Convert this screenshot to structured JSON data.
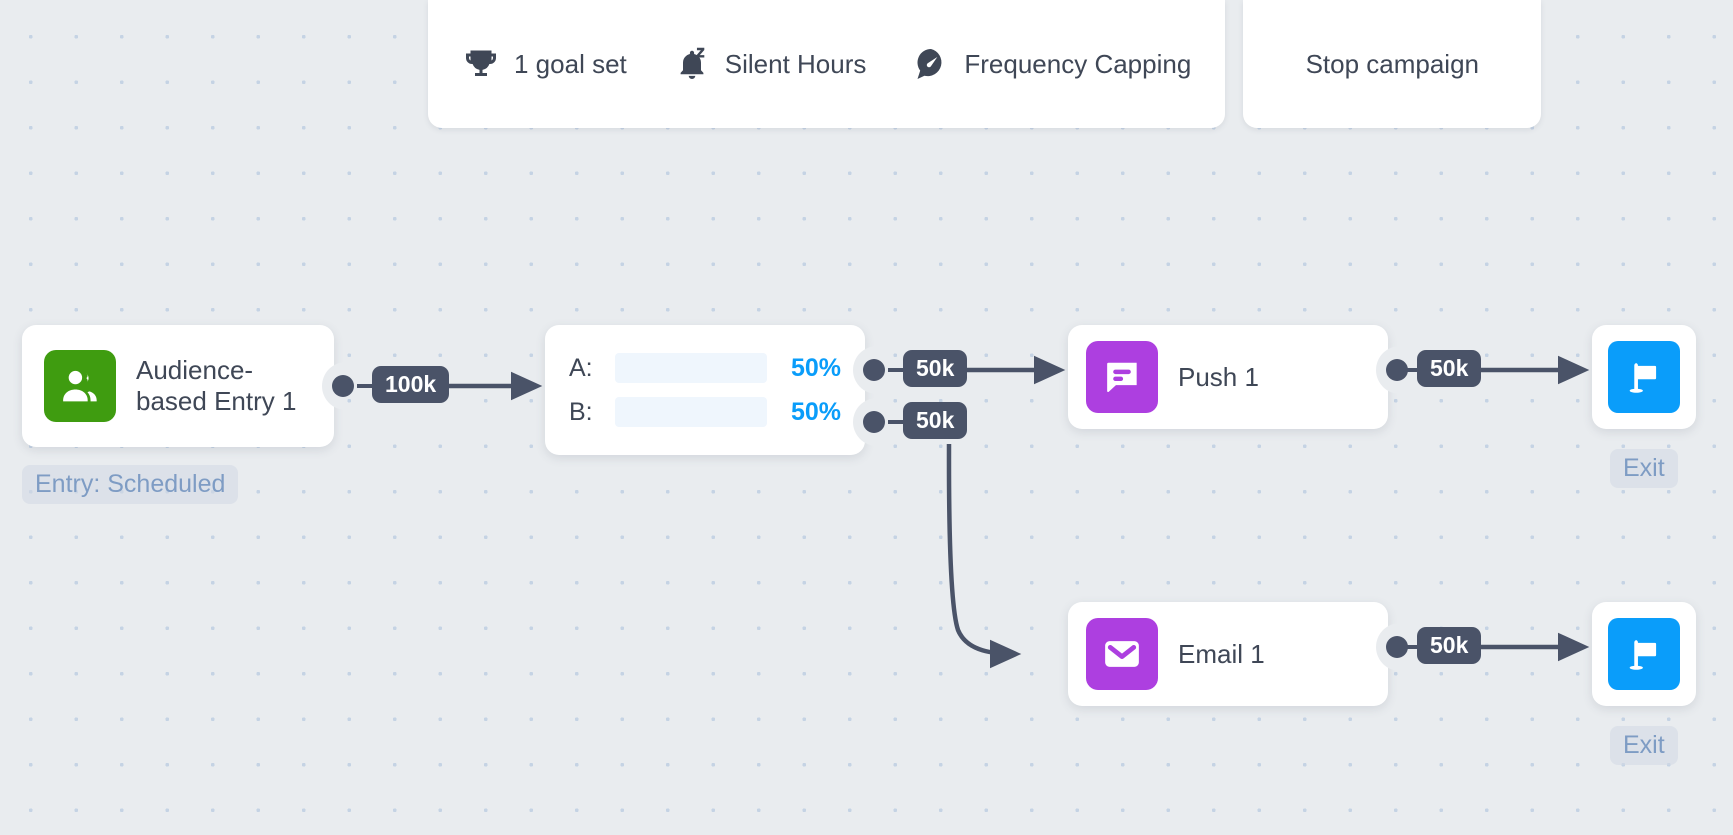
{
  "toolbar": {
    "items": [
      {
        "icon": "trophy-icon",
        "label": "1 goal set"
      },
      {
        "icon": "bell-snooze-icon",
        "label": "Silent Hours"
      },
      {
        "icon": "gauge-icon",
        "label": "Frequency Capping"
      }
    ],
    "stop_button": {
      "label": "Stop campaign"
    }
  },
  "canvas": {
    "nodes": {
      "entry": {
        "title": "Audience-\nbased Entry 1",
        "icon": "audience-users-icon",
        "icon_color": "#3f9c10",
        "status_label": "Entry: Scheduled"
      },
      "ab_split": {
        "variants": [
          {
            "key": "A:",
            "percent": "50%",
            "value": 50
          },
          {
            "key": "B:",
            "percent": "50%",
            "value": 50
          }
        ],
        "bar_fill_color": "#0a9dfa",
        "bar_track_color": "#eff6fd"
      },
      "push": {
        "title": "Push 1",
        "icon": "push-chat-icon",
        "icon_color": "#ad3fe0"
      },
      "email": {
        "title": "Email 1",
        "icon": "email-envelope-icon",
        "icon_color": "#ad3fe0"
      },
      "exit_1": {
        "icon": "exit-flag-icon",
        "icon_color": "#0a9dfa",
        "label": "Exit"
      },
      "exit_2": {
        "icon": "exit-flag-icon",
        "icon_color": "#0a9dfa",
        "label": "Exit"
      }
    },
    "connectors": [
      {
        "id": "entry-to-ab",
        "count": "100k"
      },
      {
        "id": "ab-a-to-push",
        "count": "50k"
      },
      {
        "id": "ab-b-to-email",
        "count": "50k"
      },
      {
        "id": "push-to-exit",
        "count": "50k"
      },
      {
        "id": "email-to-exit",
        "count": "50k"
      }
    ]
  },
  "colors": {
    "canvas_bg": "#e9ecef",
    "grid_dot": "#c5d3e4",
    "connector": "#4a5368",
    "accent_blue": "#0a9dfa",
    "node_text": "#3f4756",
    "pill_text": "#7e9cc4"
  }
}
